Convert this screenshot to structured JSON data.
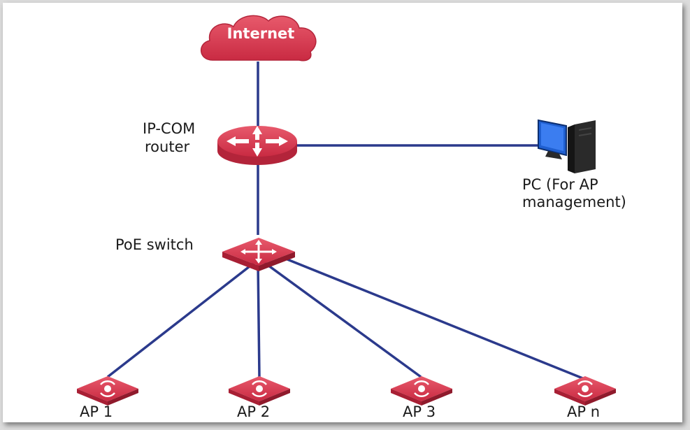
{
  "colors": {
    "link": "#2b3a8c",
    "device_red": "#d8334a",
    "device_red_dark": "#b3243a",
    "pc_blue": "#1f5fd0",
    "pc_case": "#2a2a2a"
  },
  "nodes": {
    "internet": {
      "label": "Internet",
      "icon": "cloud-icon"
    },
    "router": {
      "label_line1": "IP-COM",
      "label_line2": "router",
      "icon": "router-icon"
    },
    "pc": {
      "label_line1": "PC (For AP",
      "label_line2": "management)",
      "icon": "pc-icon"
    },
    "switch": {
      "label": "PoE switch",
      "icon": "switch-icon"
    },
    "aps": [
      {
        "label": "AP 1",
        "icon": "access-point-icon"
      },
      {
        "label": "AP 2",
        "icon": "access-point-icon"
      },
      {
        "label": "AP 3",
        "icon": "access-point-icon"
      },
      {
        "label": "AP n",
        "icon": "access-point-icon"
      }
    ]
  }
}
